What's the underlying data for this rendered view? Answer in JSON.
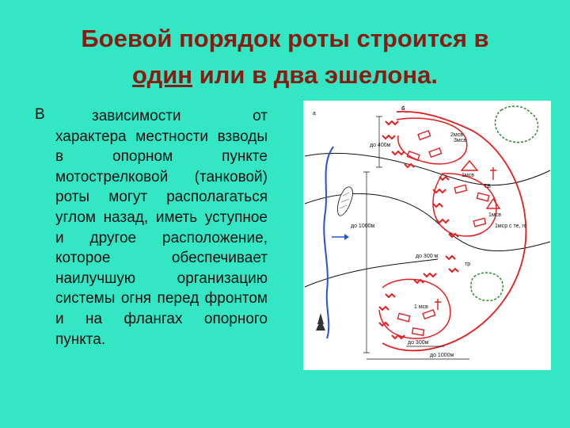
{
  "title": {
    "line1": "Боевой порядок роты строится в",
    "line2_underlined": "один",
    "line2_rest": " или в два эшелона."
  },
  "body": {
    "bullet": "В",
    "text": "зависимости от характера местности взводы в опорном пункте мотострелковой (танковой) роты могут располагаться углом назад, иметь уступное и другое расположение, которое обеспечивает наилучшую организацию системы огня перед фронтом и на флангах опорного пункта."
  },
  "diagram": {
    "label_a": "а",
    "label_b": "б",
    "dim_400": "до 400м",
    "dim_1000_left": "до 1000м",
    "dim_300_right": "до 300 м",
    "dim_300_bottom": "до 300м",
    "dim_1000_bottom": "до 1000м",
    "unit_labels": [
      "2мсв",
      "3мсв",
      "1мсв",
      "1 мсв"
    ],
    "minor_labels": [
      "1мсв",
      "тр",
      "ТВ"
    ],
    "flank_label": "1мср с те, гс",
    "colors": {
      "red": "#e41e1e",
      "green": "#2a8a2a",
      "blue": "#2455d8"
    }
  }
}
